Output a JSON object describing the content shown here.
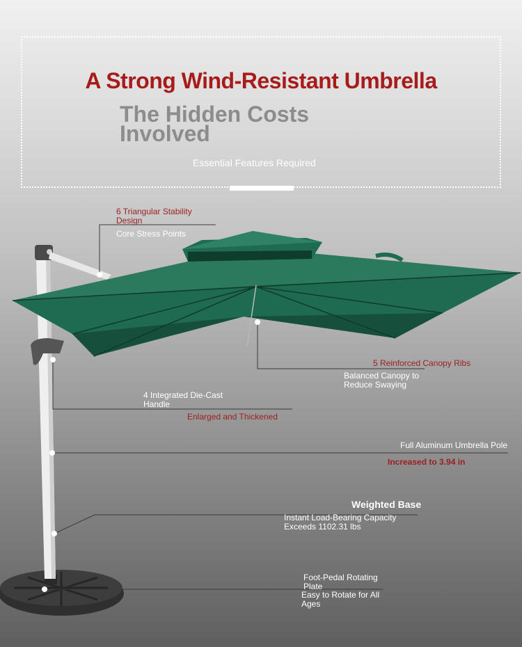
{
  "header": {
    "title": "A Strong Wind-Resistant Umbrella",
    "subtitle": "The Hidden Costs Involved",
    "tagline": "Essential Features Required"
  },
  "callouts": {
    "stability": {
      "title": "6 Triangular Stability Design",
      "detail": "Core Stress Points"
    },
    "ribs": {
      "title": "5 Reinforced Canopy Ribs",
      "detail": "Balanced Canopy to Reduce Swaying"
    },
    "handle": {
      "title": "4 Integrated Die-Cast Handle",
      "detail": "Enlarged and Thickened"
    },
    "pole": {
      "title": "Full Aluminum Umbrella Pole",
      "detail": "Increased to 3.94 in"
    },
    "base": {
      "title": "Weighted Base",
      "detail": "Instant Load-Bearing Capacity Exceeds 1102.31 lbs"
    },
    "pedal": {
      "title": "Foot-Pedal Rotating Plate",
      "detail": "Easy to Rotate for All Ages"
    }
  },
  "colors": {
    "accent_red": "#a81b1b",
    "canopy_green": "#1f6b52",
    "subtitle_gray": "#8c8c8c"
  }
}
